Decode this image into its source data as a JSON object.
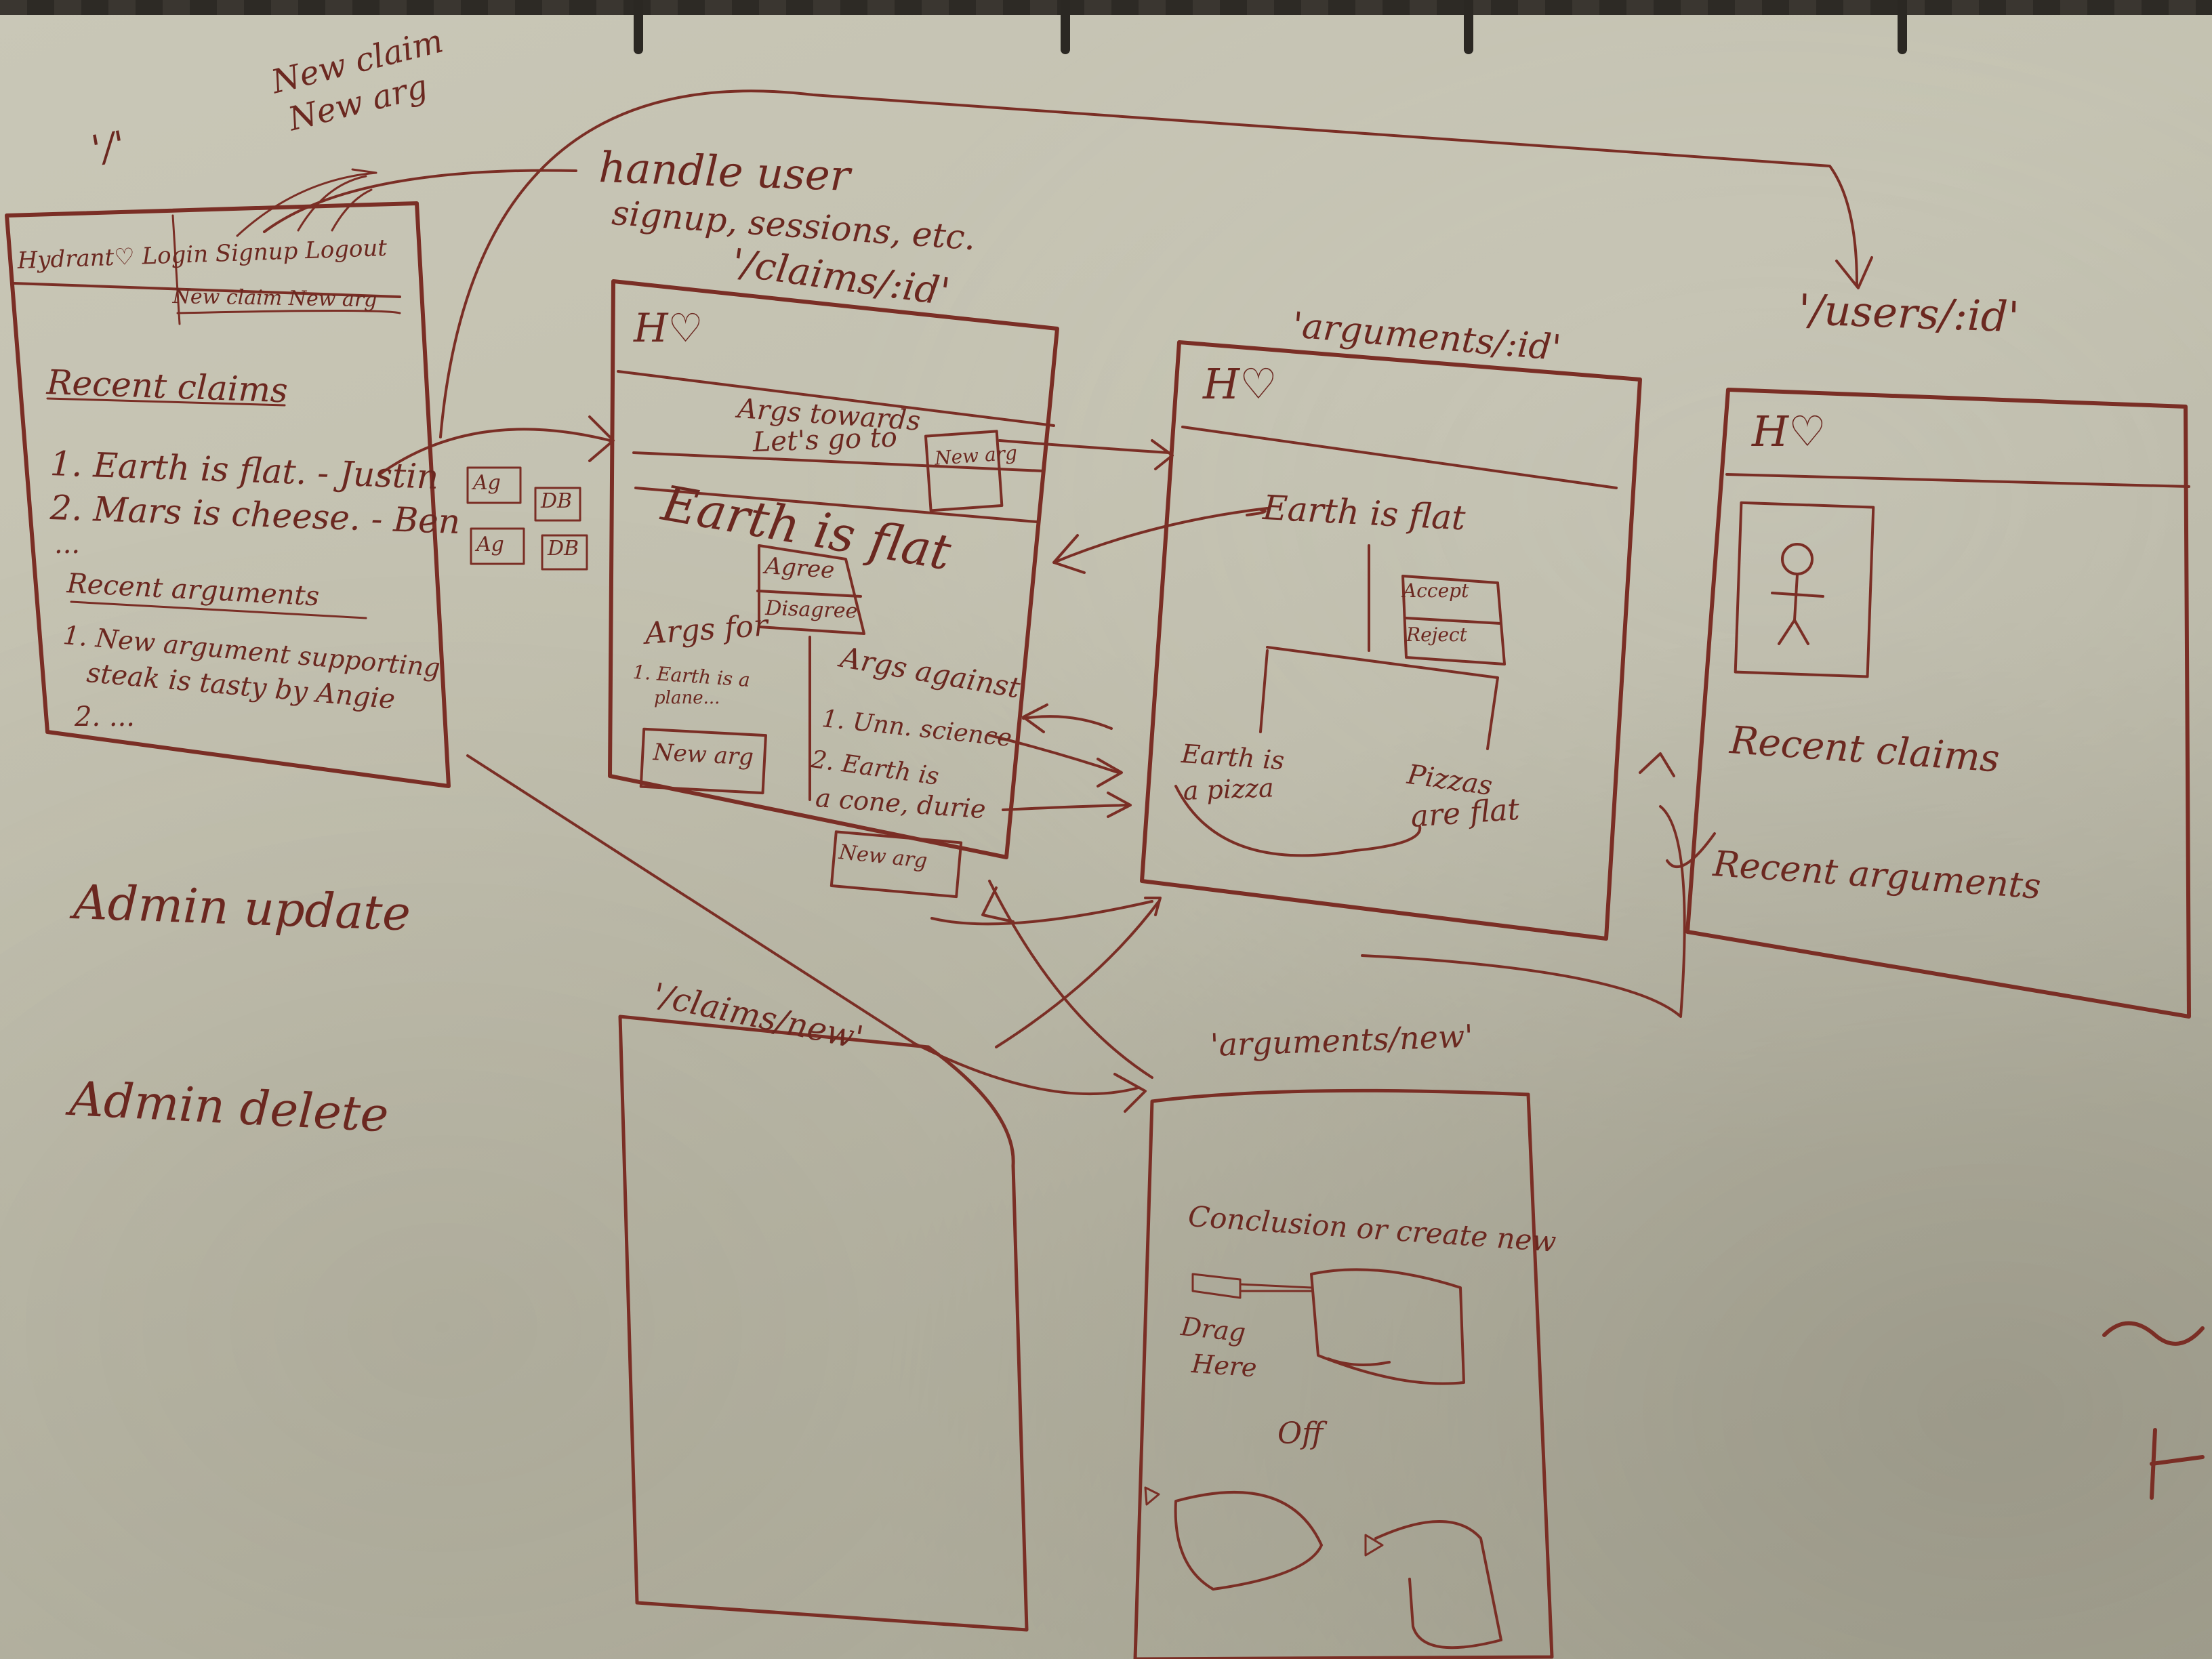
{
  "topleft_route": "'/'",
  "topleft_notes": [
    "New claim",
    "New arg"
  ],
  "handle_note": [
    "handle user",
    "signup, sessions, etc."
  ],
  "home": {
    "nav": "Hydrant♡  Login Signup Logout",
    "nav2": "New claim  New arg",
    "recent_claims_title": "Recent claims",
    "claims": [
      "1. Earth is flat. - Justin",
      "2. Mars is cheese. - Ben",
      "..."
    ],
    "small_buttons": [
      "Ag",
      "DB",
      "Ag",
      "DB"
    ],
    "recent_args_title": "Recent arguments",
    "args": [
      "1. New argument supporting",
      "steak is tasty by Angie",
      "2. ..."
    ]
  },
  "admin_notes": [
    "Admin update",
    "Admin delete"
  ],
  "claim": {
    "route": "'/claims/:id'",
    "logo": "H♡",
    "banner": [
      "Args towards",
      "Let's go to"
    ],
    "new_arg_top": "New arg",
    "title": "Earth is flat",
    "agree": "Agree",
    "disagree": "Disagree",
    "args_for": "Args for",
    "for_item": [
      "1. Earth is a",
      "plane..."
    ],
    "args_against": "Args against",
    "against_items": [
      "1. Unn. science",
      "2. Earth is",
      "a cone, durie"
    ],
    "new_arg_for": "New arg",
    "new_arg_against": "New arg"
  },
  "argument": {
    "route": "'arguments/:id'",
    "logo": "H♡",
    "title": "Earth is flat",
    "accept": "Accept",
    "reject": "Reject",
    "premise1": [
      "Earth is",
      "a pizza"
    ],
    "premise2": [
      "Pizzas",
      "are flat"
    ]
  },
  "user": {
    "route": "'/users/:id'",
    "logo": "H♡",
    "recent_claims": "Recent claims",
    "recent_args": "Recent arguments"
  },
  "claims_new": {
    "route": "'/claims/new'"
  },
  "args_new": {
    "route": "'arguments/new'",
    "conclusion": "Conclusion or create new",
    "drag": [
      "Drag",
      "Here"
    ],
    "off": "Off"
  }
}
